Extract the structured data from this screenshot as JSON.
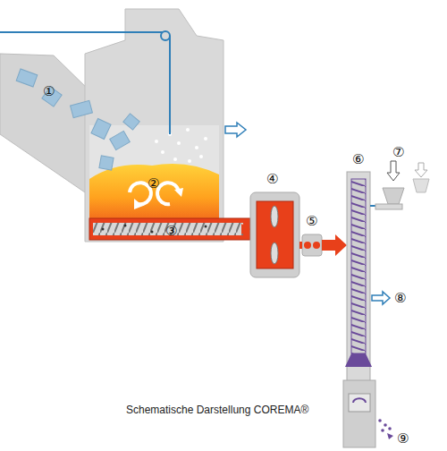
{
  "diagram": {
    "caption": "Schematische Darstellung COREMA®",
    "labels": [
      "①",
      "②",
      "③",
      "④",
      "⑤",
      "⑥",
      "⑦",
      "⑧",
      "⑨"
    ]
  }
}
